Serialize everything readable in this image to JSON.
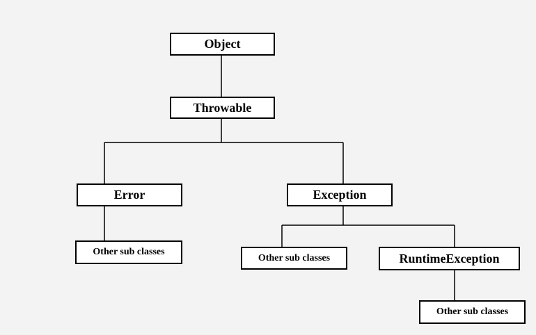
{
  "diagram": {
    "nodes": {
      "object": "Object",
      "throwable": "Throwable",
      "error": "Error",
      "exception": "Exception",
      "error_other": "Other sub classes",
      "exception_other": "Other sub classes",
      "runtime_exception": "RuntimeException",
      "runtime_other": "Other sub classes"
    },
    "edges": [
      [
        "object",
        "throwable"
      ],
      [
        "throwable",
        "error"
      ],
      [
        "throwable",
        "exception"
      ],
      [
        "error",
        "error_other"
      ],
      [
        "exception",
        "exception_other"
      ],
      [
        "exception",
        "runtime_exception"
      ],
      [
        "runtime_exception",
        "runtime_other"
      ]
    ],
    "colors": {
      "background": "#f3f3f3",
      "box_fill": "#ffffff",
      "line": "#000000"
    }
  }
}
